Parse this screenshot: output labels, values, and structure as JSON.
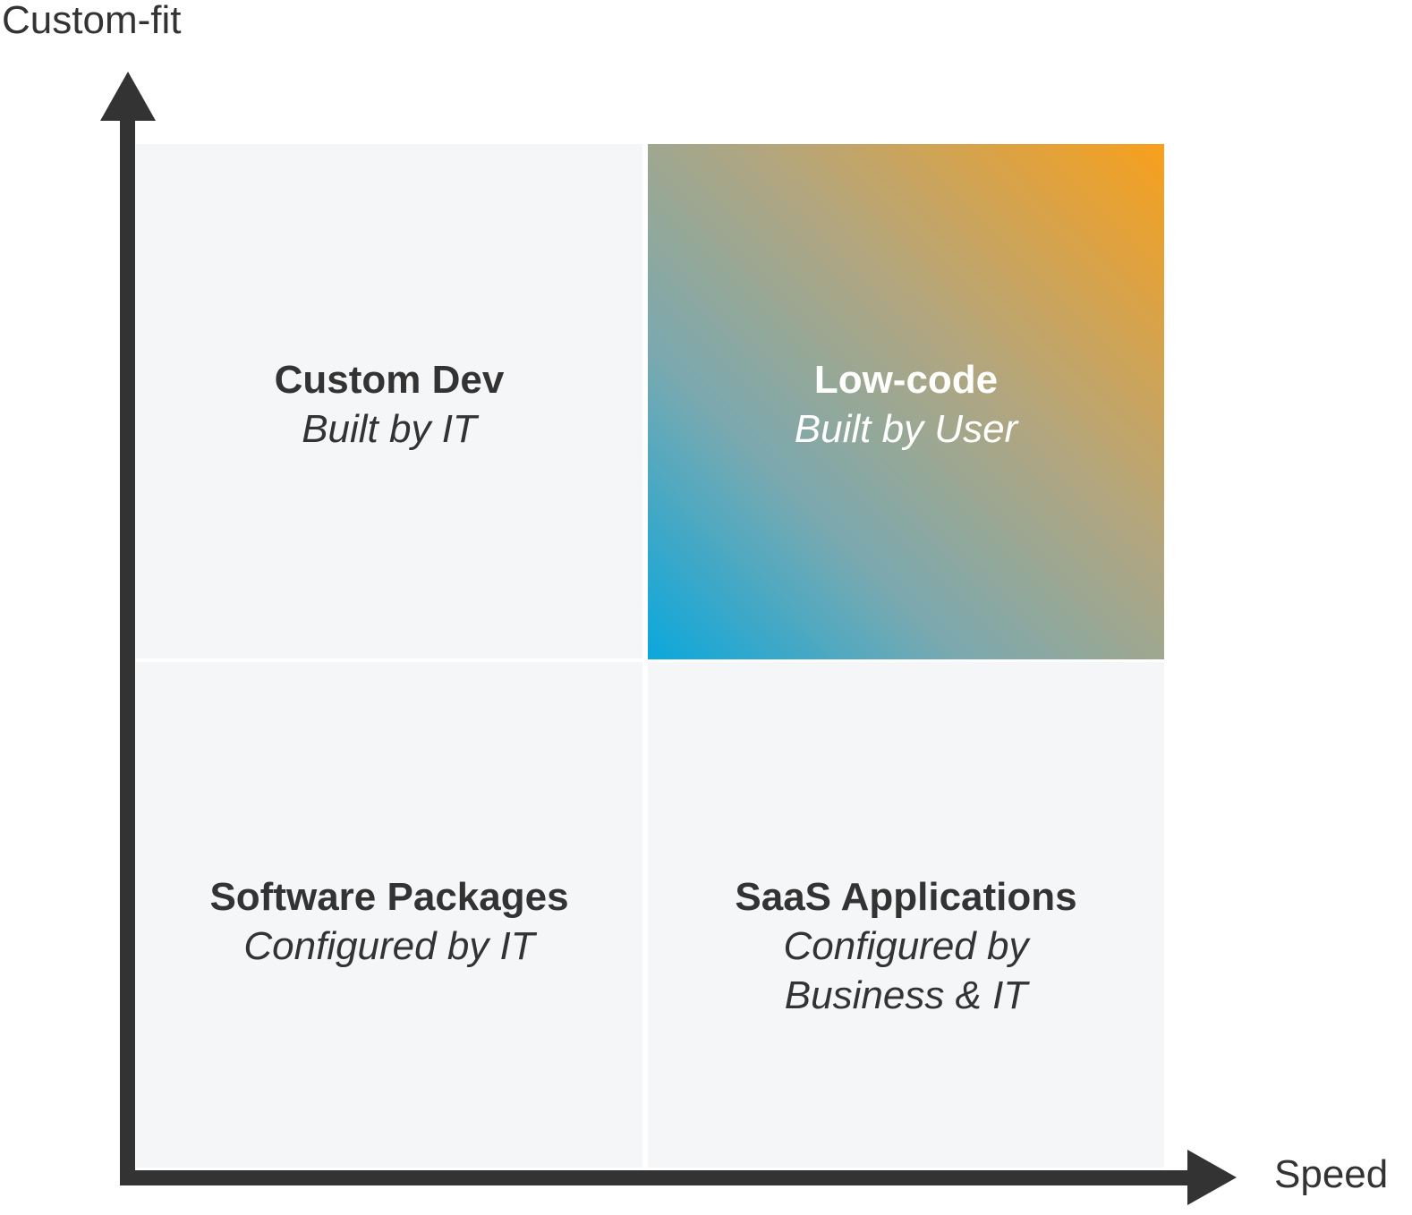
{
  "axes": {
    "y_label": "Custom-fit",
    "x_label": "Speed",
    "color": "#333333"
  },
  "quadrants": {
    "top_left": {
      "title": "Custom Dev",
      "subtitle": "Built by IT"
    },
    "top_right": {
      "title": "Low-code",
      "subtitle": "Built by User"
    },
    "bottom_left": {
      "title": "Software Packages",
      "subtitle": "Configured by IT"
    },
    "bottom_right": {
      "title": "SaaS Applications",
      "subtitle_line1": "Configured by",
      "subtitle_line2": "Business & IT"
    }
  },
  "colors": {
    "quadrant_bg": "#f5f6f8",
    "highlight_gradient_start": "#0aa8dc",
    "highlight_gradient_end": "#f7a21d"
  }
}
